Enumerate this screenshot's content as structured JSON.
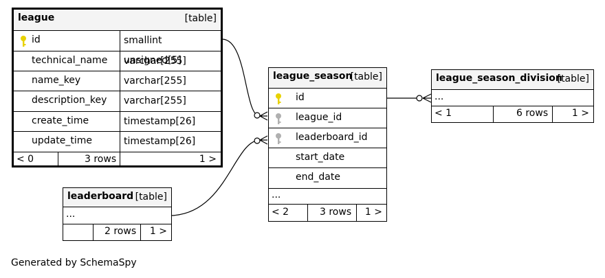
{
  "tables": {
    "league": {
      "name": "league",
      "kind": "[table]",
      "columns": [
        {
          "name": "id",
          "type": "smallint unsigned[5]",
          "key": "primary"
        },
        {
          "name": "technical_name",
          "type": "varchar[255]",
          "key": ""
        },
        {
          "name": "name_key",
          "type": "varchar[255]",
          "key": ""
        },
        {
          "name": "description_key",
          "type": "varchar[255]",
          "key": ""
        },
        {
          "name": "create_time",
          "type": "timestamp[26]",
          "key": ""
        },
        {
          "name": "update_time",
          "type": "timestamp[26]",
          "key": ""
        }
      ],
      "footer": {
        "parents": "< 0",
        "rows": "3 rows",
        "children": "1 >"
      }
    },
    "league_season": {
      "name": "league_season",
      "kind": "[table]",
      "columns": [
        {
          "name": "id",
          "key": "primary"
        },
        {
          "name": "league_id",
          "key": "foreign"
        },
        {
          "name": "leaderboard_id",
          "key": "foreign"
        },
        {
          "name": "start_date",
          "key": ""
        },
        {
          "name": "end_date",
          "key": ""
        }
      ],
      "ellipsis": "...",
      "footer": {
        "parents": "< 2",
        "rows": "3 rows",
        "children": "1 >"
      }
    },
    "league_season_division": {
      "name": "league_season_division",
      "kind": "[table]",
      "ellipsis": "...",
      "footer": {
        "parents": "< 1",
        "rows": "6 rows",
        "children": "1 >"
      }
    },
    "leaderboard": {
      "name": "leaderboard",
      "kind": "[table]",
      "ellipsis": "...",
      "footer": {
        "parents": "",
        "rows": "2 rows",
        "children": "1 >"
      }
    }
  },
  "colors": {
    "primary_key": "#e8d200",
    "foreign_key": "#b0b0b0",
    "header_bg": "#f4f4f4"
  },
  "generated_by": "Generated by SchemaSpy"
}
